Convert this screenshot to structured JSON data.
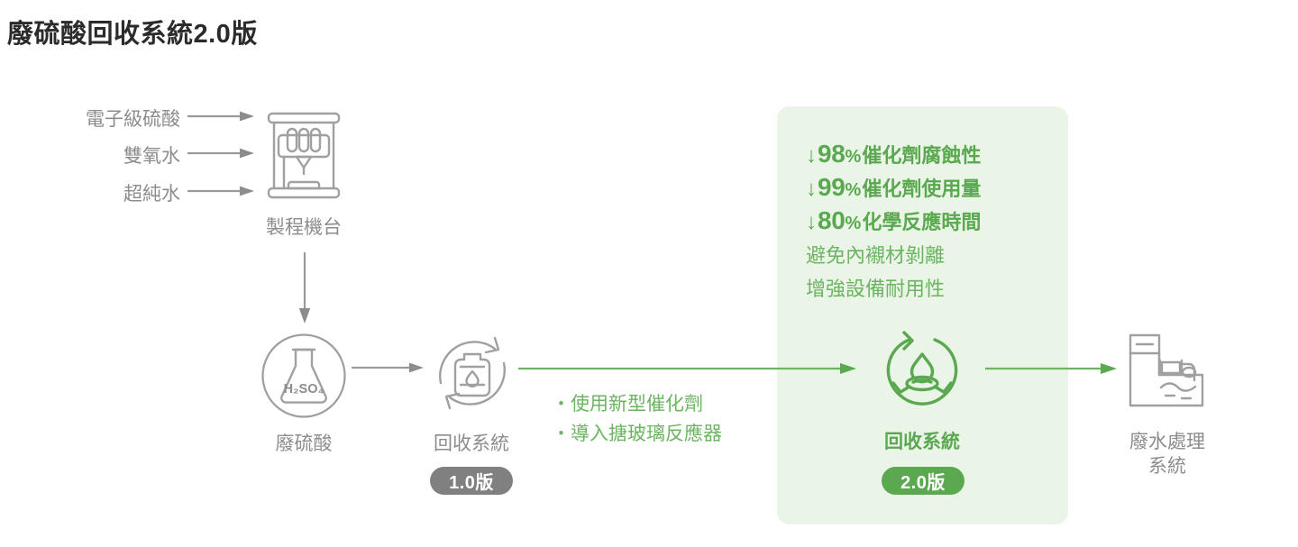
{
  "page": {
    "title": "廢硫酸回收系統2.0版"
  },
  "colors": {
    "accent_green": "#5aa84f",
    "light_green_text": "#6cb462",
    "panel_background": "#eaf5e7",
    "gray_text": "#8c8c8c",
    "gray_badge": "#808080",
    "title_dark": "#2b2b2b"
  },
  "inputs": {
    "items": [
      {
        "label": "電子級硫酸",
        "arrow": "arrow-right-icon"
      },
      {
        "label": "雙氧水",
        "arrow": "arrow-right-icon"
      },
      {
        "label": "超純水",
        "arrow": "arrow-right-icon"
      }
    ]
  },
  "nodes": {
    "machine": {
      "label": "製程機台",
      "icon": "process-machine-icon"
    },
    "waste_acid": {
      "label": "廢硫酸",
      "icon": "flask-h2so4-icon",
      "formula": "H₂SO₄"
    },
    "recycle_v1": {
      "label": "回收系統",
      "badge": "1.0版",
      "icon": "recycle-jug-icon"
    },
    "recycle_v2": {
      "label": "回收系統",
      "badge": "2.0版",
      "icon": "recycle-droplet-icon"
    },
    "wastewater_plant": {
      "label_line1": "廢水處理",
      "label_line2": "系統",
      "icon": "wastewater-plant-icon"
    }
  },
  "improvements": {
    "items": [
      "・使用新型催化劑",
      "・導入搪玻璃反應器"
    ]
  },
  "highlights": {
    "stats": [
      {
        "arrow": "↓",
        "value": "98",
        "unit": "%",
        "text": "催化劑腐蝕性"
      },
      {
        "arrow": "↓",
        "value": "99",
        "unit": "%",
        "text": "催化劑使用量"
      },
      {
        "arrow": "↓",
        "value": "80",
        "unit": "%",
        "text": "化學反應時間"
      }
    ],
    "notes": [
      "避免內襯材剝離",
      "增強設備耐用性"
    ]
  }
}
